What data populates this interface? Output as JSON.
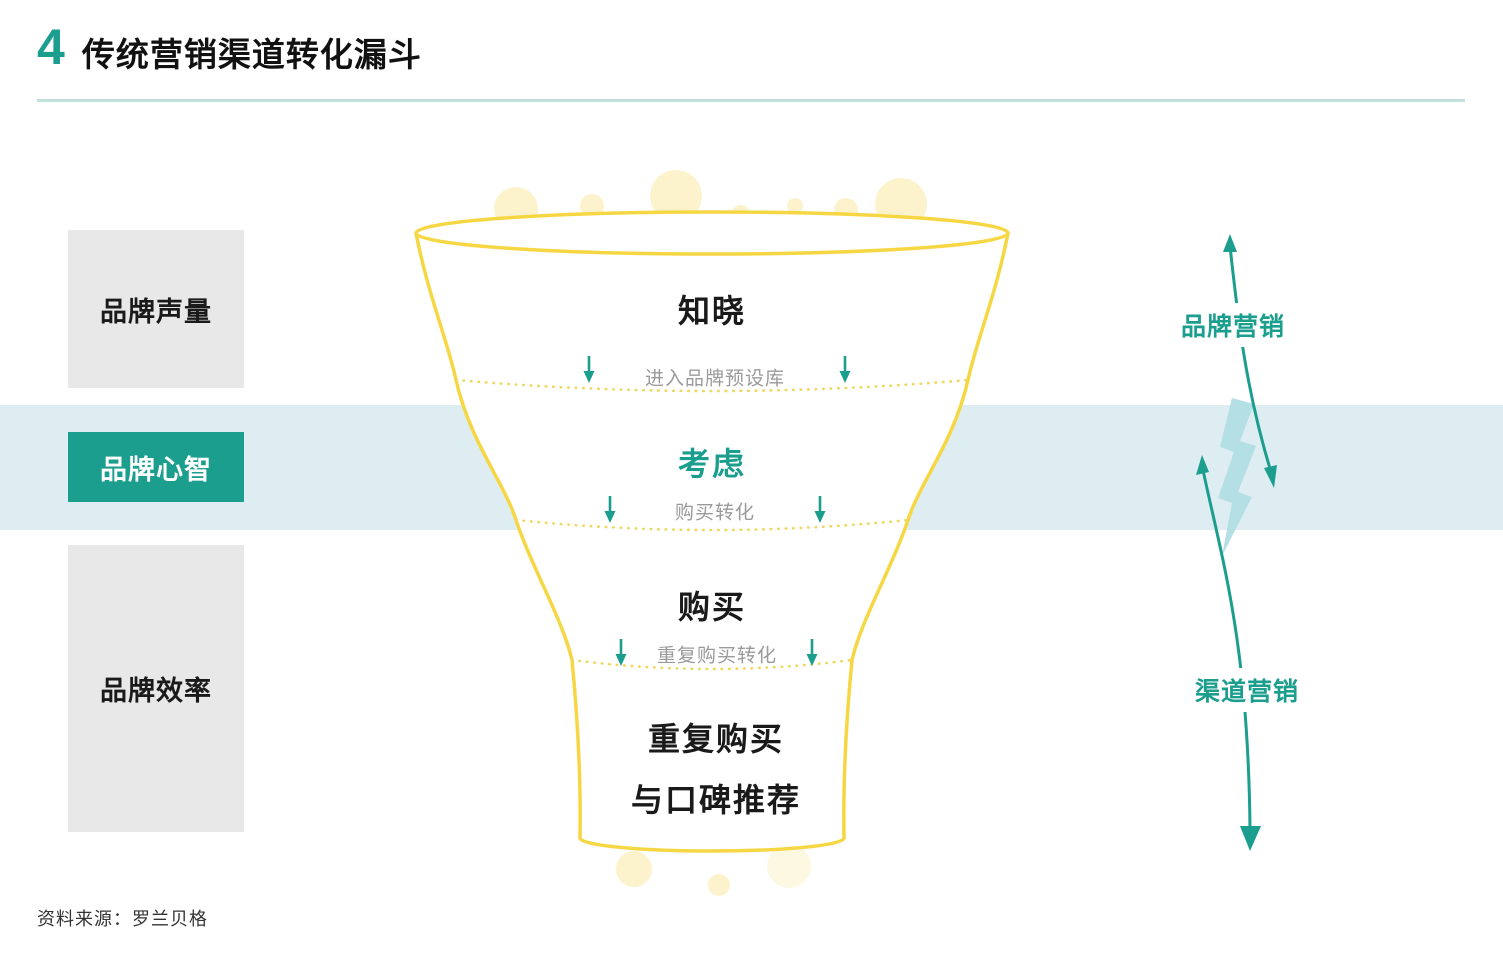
{
  "header": {
    "number": "4",
    "title": "传统营销渠道转化漏斗"
  },
  "left_labels": [
    {
      "label": "品牌声量"
    },
    {
      "label": "品牌心智"
    },
    {
      "label": "品牌效率"
    }
  ],
  "funnel": {
    "stages": [
      {
        "label": "知晓"
      },
      {
        "label": "考虑"
      },
      {
        "label": "购买"
      },
      {
        "label": "重复购买",
        "label_line2": "与口碑推荐"
      }
    ],
    "transitions": [
      {
        "label": "进入品牌预设库"
      },
      {
        "label": "购买转化"
      },
      {
        "label": "重复购买转化"
      }
    ]
  },
  "right_labels": {
    "brand_marketing": "品牌营销",
    "channel_marketing": "渠道营销"
  },
  "footer": {
    "source": "资料来源：罗兰贝格"
  },
  "colors": {
    "teal": "#1b9e8e",
    "funnel_yellow": "#f6d743",
    "bubble_yellow": "#fcf3cd",
    "band_blue": "#ddedf2",
    "box_gray": "#e8e8e8",
    "lightning_blue": "#b3dfe5",
    "transition_gray": "#9a9a9a"
  }
}
